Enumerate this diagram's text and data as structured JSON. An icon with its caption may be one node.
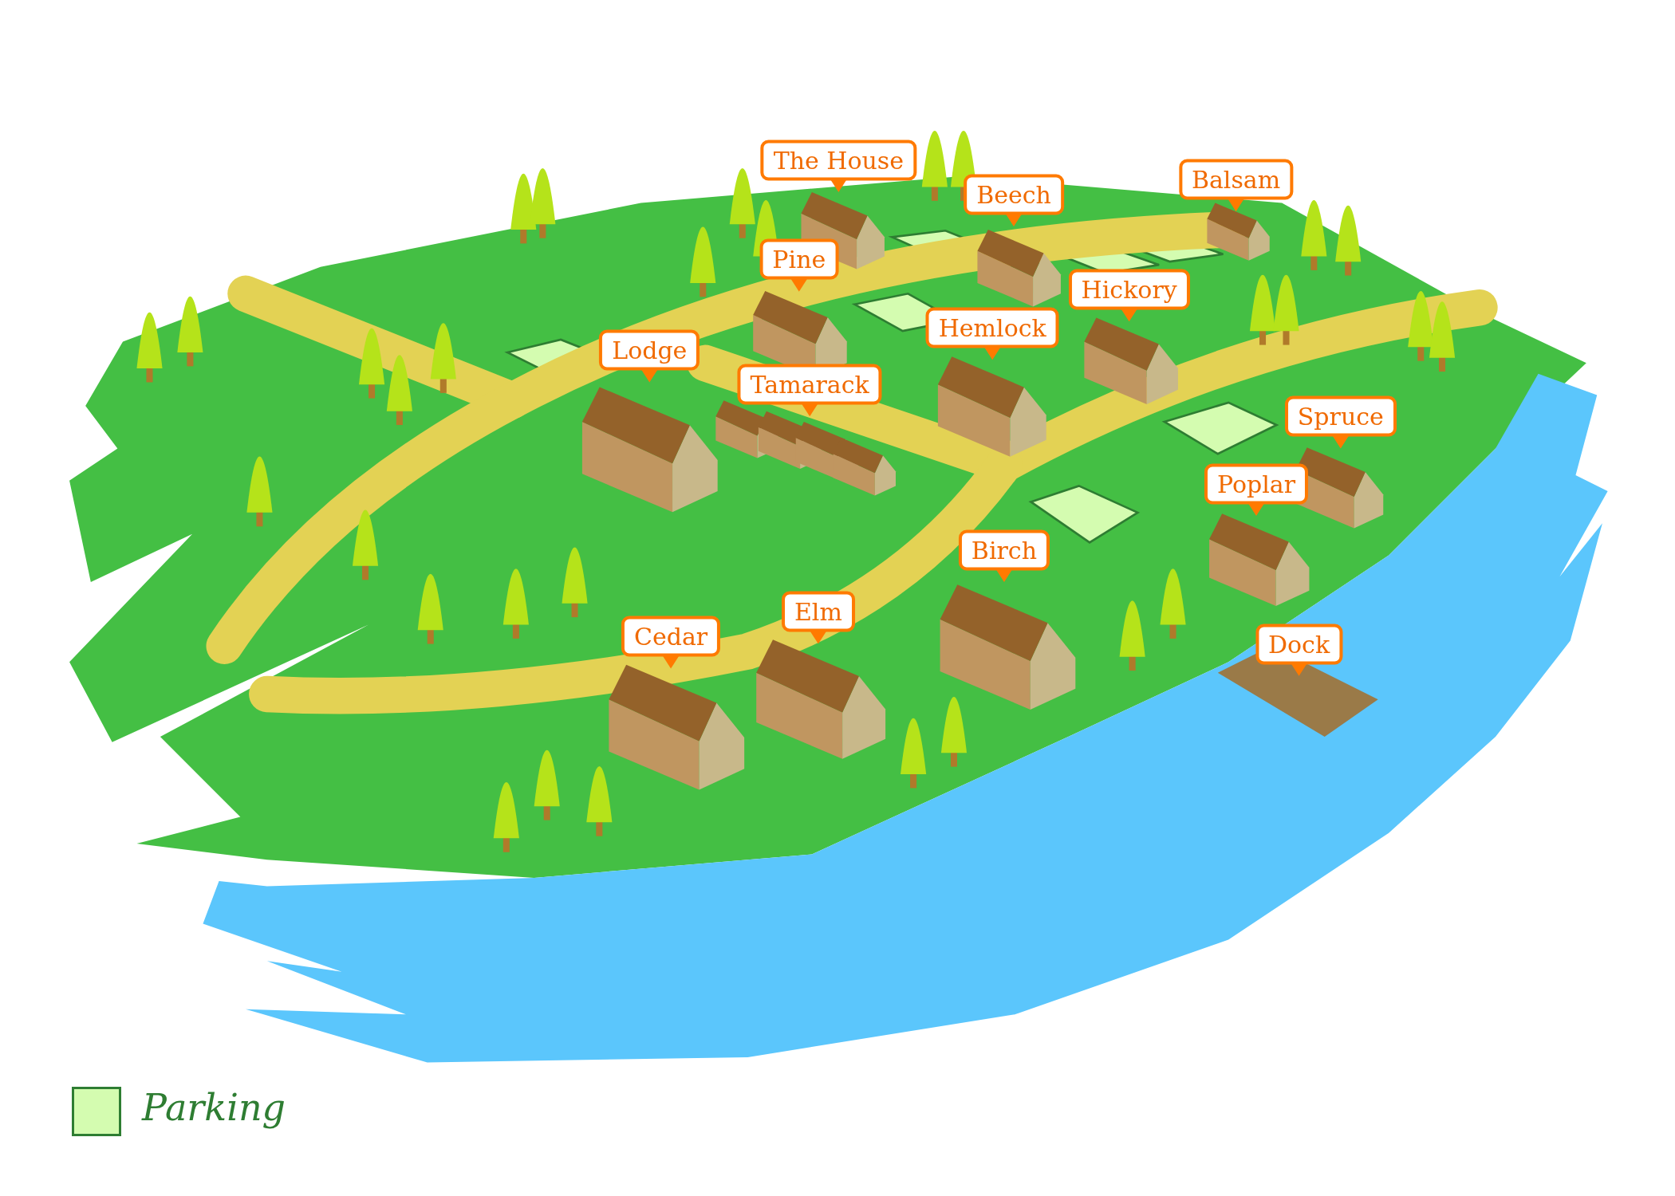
{
  "diagram": {
    "labels": [
      "The House",
      "Balsam",
      "Beech",
      "Pine",
      "Hickory",
      "Lodge",
      "Hemlock",
      "Tamarack",
      "Spruce",
      "Poplar",
      "Birch",
      "Elm",
      "Cedar",
      "Dock"
    ],
    "legend": [
      {
        "text": "Parking",
        "color": "#d4fcb0"
      }
    ]
  }
}
